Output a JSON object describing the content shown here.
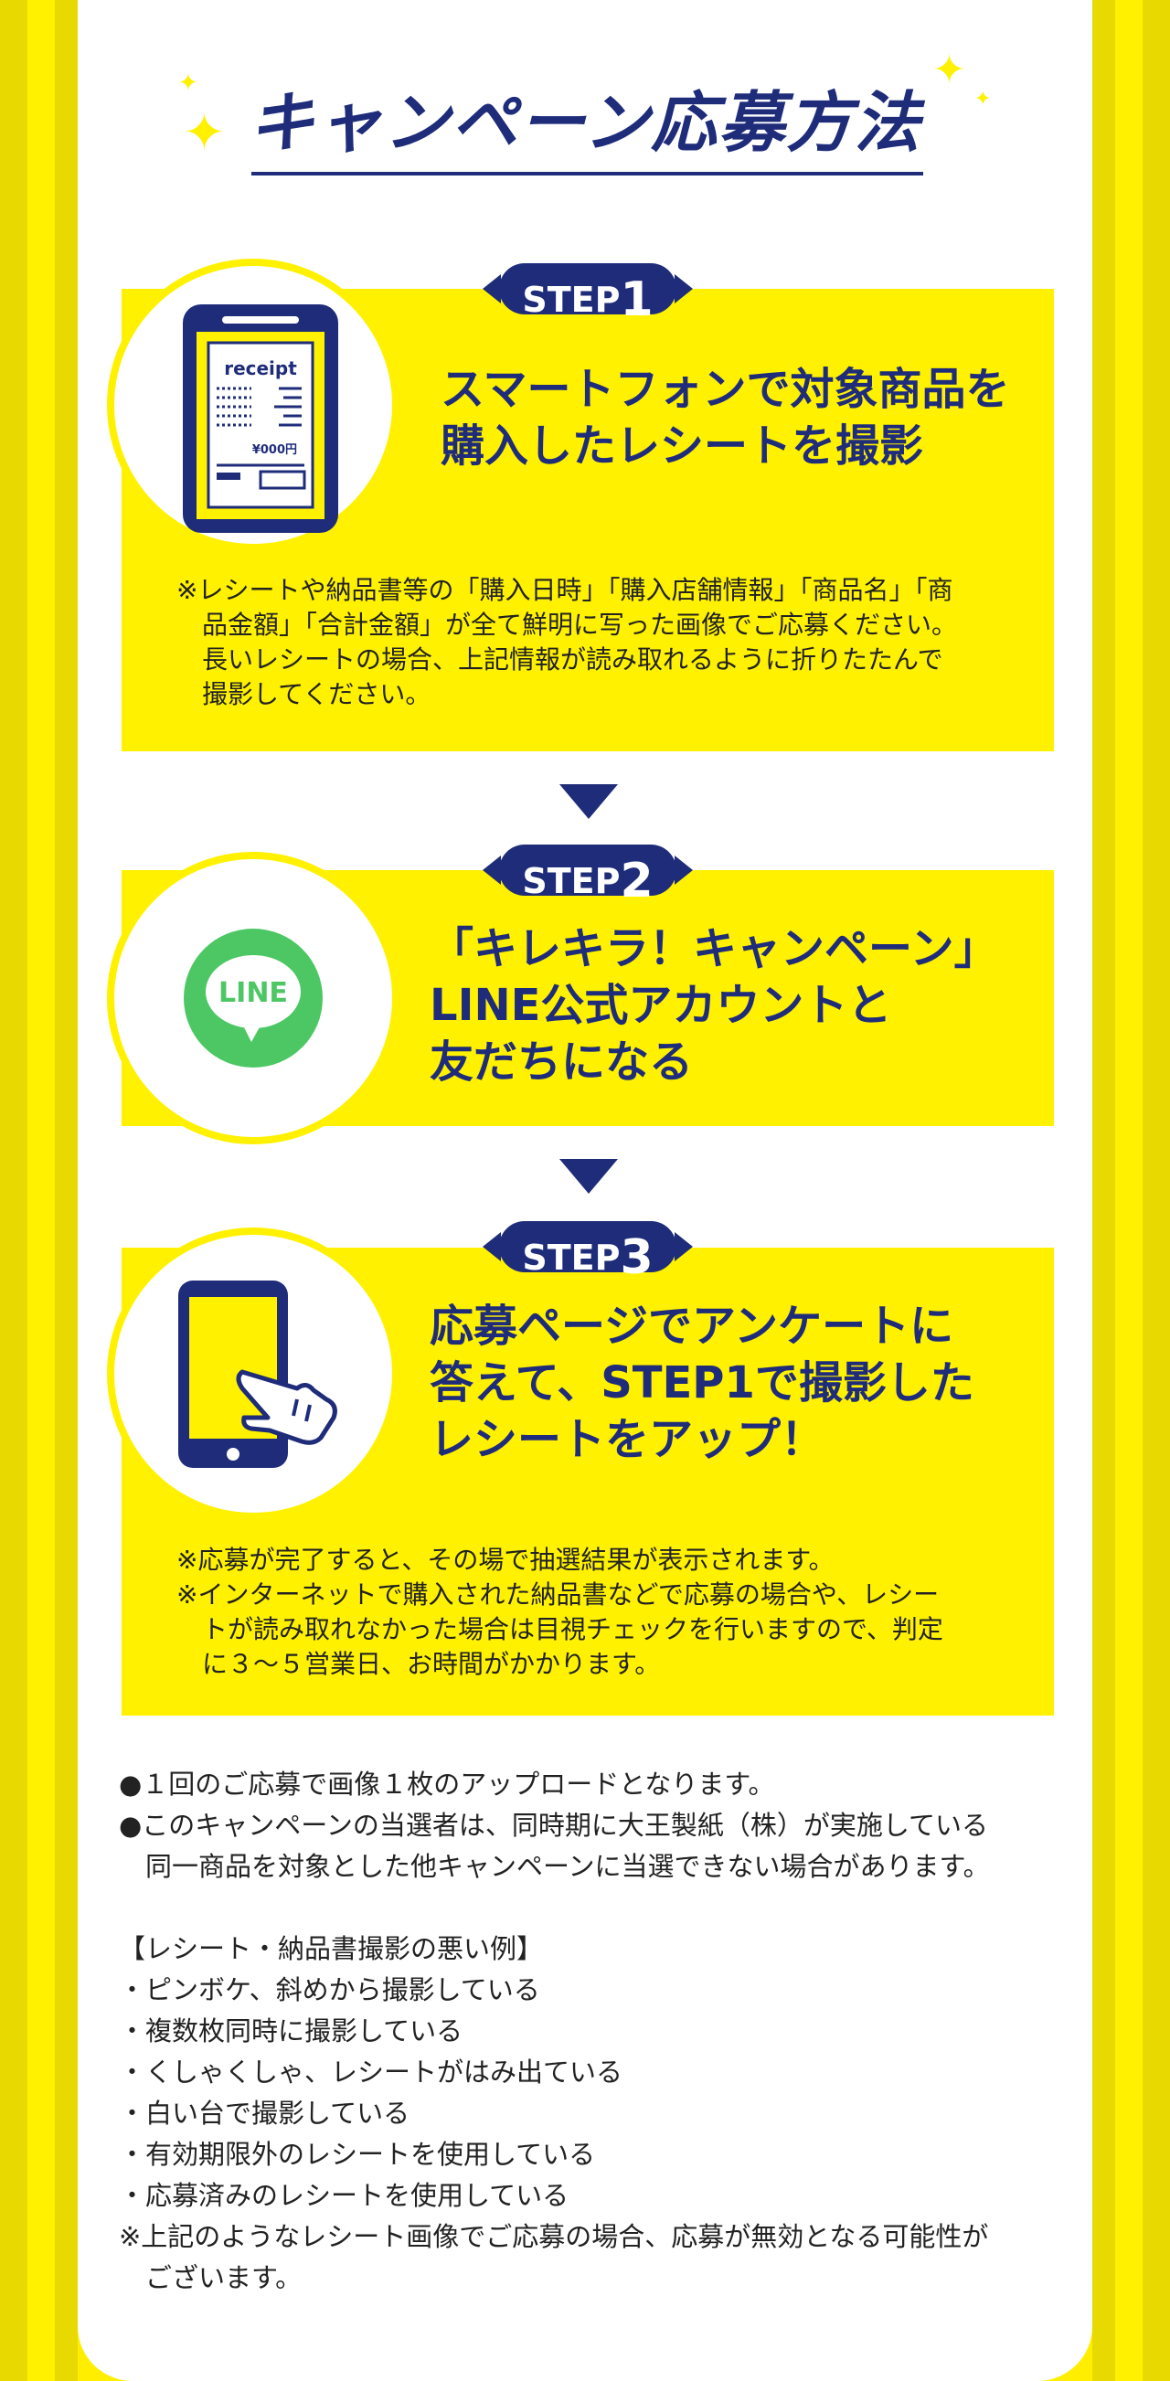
{
  "title": "キャンペーン応募方法",
  "colors": {
    "navy": "#1f2c7a",
    "yellow": "#fff100",
    "line_green": "#4cc764"
  },
  "steps": [
    {
      "badge_word": "STEP",
      "badge_num": "1",
      "icon": "phone-receipt-icon",
      "receipt_title": "receipt",
      "receipt_amount": "¥000円",
      "heading_lines": [
        "スマートフォンで対象商品を",
        "購入したレシートを撮影"
      ],
      "note_lines": [
        "※レシートや納品書等の「購入日時」「購入店舗情報」「商品名」「商",
        "品金額」「合計金額」が全て鮮明に写った画像でご応募ください。",
        "長いレシートの場合、上記情報が読み取れるように折りたたんで",
        "撮影してください。"
      ]
    },
    {
      "badge_word": "STEP",
      "badge_num": "2",
      "icon": "line-logo-icon",
      "line_label": "LINE",
      "heading_lines": [
        "「キレキラ！キャンペーン」",
        "LINE公式アカウントと",
        "友だちになる"
      ]
    },
    {
      "badge_word": "STEP",
      "badge_num": "3",
      "icon": "phone-tap-icon",
      "heading_lines": [
        "応募ページでアンケートに",
        "答えて、STEP1で撮影した",
        "レシートをアップ！"
      ],
      "note_lines": [
        "※応募が完了すると、その場で抽選結果が表示されます。",
        "※インターネットで購入された納品書などで応募の場合や、レシー",
        "トが読み取れなかった場合は目視チェックを行いますので、判定",
        "に３～５営業日、お時間がかかります。"
      ]
    }
  ],
  "footer_lines": [
    "●１回のご応募で画像１枚のアップロードとなります。",
    "●このキャンペーンの当選者は、同時期に大王製紙（株）が実施している",
    "　同一商品を対象とした他キャンペーンに当選できない場合があります。",
    "",
    "【レシート・納品書撮影の悪い例】",
    "・ピンボケ、斜めから撮影している",
    "・複数枚同時に撮影している",
    "・くしゃくしゃ、レシートがはみ出ている",
    "・白い台で撮影している",
    "・有効期限外のレシートを使用している",
    "・応募済みのレシートを使用している",
    "※上記のようなレシート画像でご応募の場合、応募が無効となる可能性が",
    "　ございます。"
  ]
}
